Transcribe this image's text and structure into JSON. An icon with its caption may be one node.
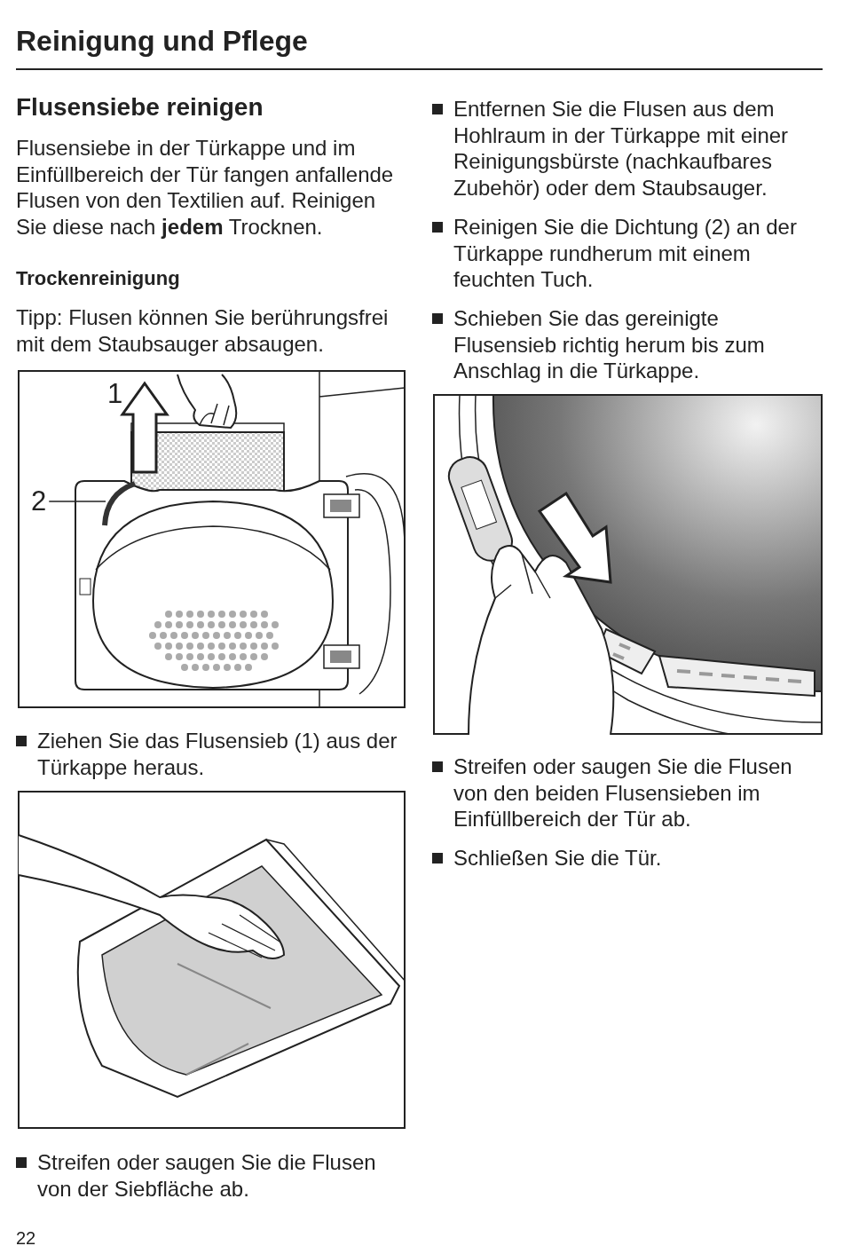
{
  "diagram": {
    "title": "Reinigung und Pflege",
    "nodes": [
      {
        "text": [
          "2"
        ]
      },
      {
        "text": [],
        "shape": "band"
      }
    ],
    "edges": [
      {
        "from": 0,
        "to": 1,
        "arrow": "none"
      }
    ],
    "labels": [
      "Flusensiebe reinigen",
      "Flusensiebe in der Türkappe und im Einfüllbereich der Tür fangen anfallende Flusen von den Textilien auf. Reinigen Sie diese nach **jedem** Trocknen.",
      "Trockenreinigung",
      "Tipp: Flusen können Sie berührungsfrei mit dem Staubsauger absaugen.",
      "1",
      "Ziehen Sie das Flusensieb (1) aus der Türkappe heraus.",
      "Streifen oder saugen Sie die Flusen von der Siebfläche ab.",
      "Entfernen Sie die Flusen aus dem Hohlraum in der Türkappe mit einer Reinigungsbürste (nachkaufbares Zubehör) oder dem Staubsauger.",
      "Reinigen Sie die Dichtung (2) an der Türkappe rundherum mit einem feuchten Tuch.",
      "Schieben Sie das gereinigte Flusensieb richtig herum bis zum Anschlag in die Türkappe.",
      "Streifen oder saugen Sie die Flusen von den beiden Flusensieben im Einfüllbereich der Tür ab.",
      "Schließen Sie die Tür.",
      "22"
    ]
  }
}
